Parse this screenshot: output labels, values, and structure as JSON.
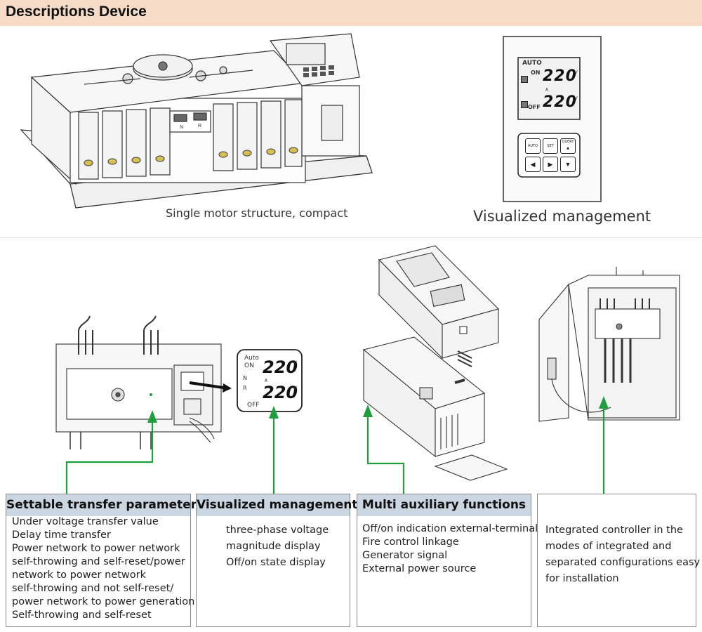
{
  "header": {
    "title": "Descriptions Device"
  },
  "top": {
    "left_caption": "Single motor structure, compact",
    "right_caption": "Visualized management",
    "panel": {
      "auto": "AUTO",
      "on": "ON",
      "off": "OFF",
      "v1": "220",
      "v2": "220",
      "unit": "V",
      "btn_auto": "AUTO",
      "btn_set": "SET",
      "btn_query": "QUERY"
    }
  },
  "bottom": {
    "display": {
      "auto": "Auto",
      "on": "ON",
      "n": "N",
      "r": "R",
      "off": "OFF",
      "v1": "220",
      "v2": "220",
      "unit": "V"
    },
    "boxes": [
      {
        "title": "Settable transfer parameter",
        "lines": [
          "Under voltage transfer value",
          "Delay time transfer",
          "Power network to power network",
          "self-throwing and self-reset/power",
          "network to power network",
          "self-throwing and not self-reset/",
          "power network to power generation",
          "Self-throwing and self-reset"
        ]
      },
      {
        "title": "Visualized management",
        "lines": [
          "three-phase voltage",
          "magnitude display",
          "Off/on state display"
        ]
      },
      {
        "title": "Multi auxiliary functions",
        "lines": [
          "Off/on indication external-terminal",
          "Fire control linkage",
          "Generator signal",
          "External power source"
        ]
      },
      {
        "title": "",
        "lines": [
          "Integrated controller in the",
          "modes of integrated and",
          "separated configurations easy",
          "for installation"
        ]
      }
    ]
  },
  "colors": {
    "header_bg": "#f6dcc6",
    "box_header_bg": "#cbd6e3",
    "arrow": "#1e9e3c",
    "screen": "#f2f2f2"
  }
}
